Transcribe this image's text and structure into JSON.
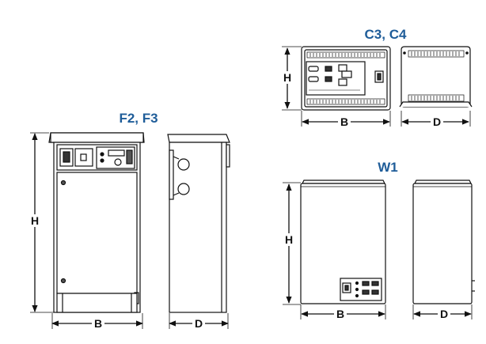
{
  "colors": {
    "series_label": "#1f5d99",
    "line": "#111111",
    "fill": "#ffffff",
    "shade": "#d9d9d9"
  },
  "groups": [
    {
      "label": "F2, F3",
      "dims": {
        "height": "H",
        "width": "B",
        "depth": "D"
      }
    },
    {
      "label": "C3, C4",
      "dims": {
        "height": "H",
        "width": "B",
        "depth": "D"
      }
    },
    {
      "label": "W1",
      "dims": {
        "height": "H",
        "width": "B",
        "depth": "D"
      }
    }
  ]
}
